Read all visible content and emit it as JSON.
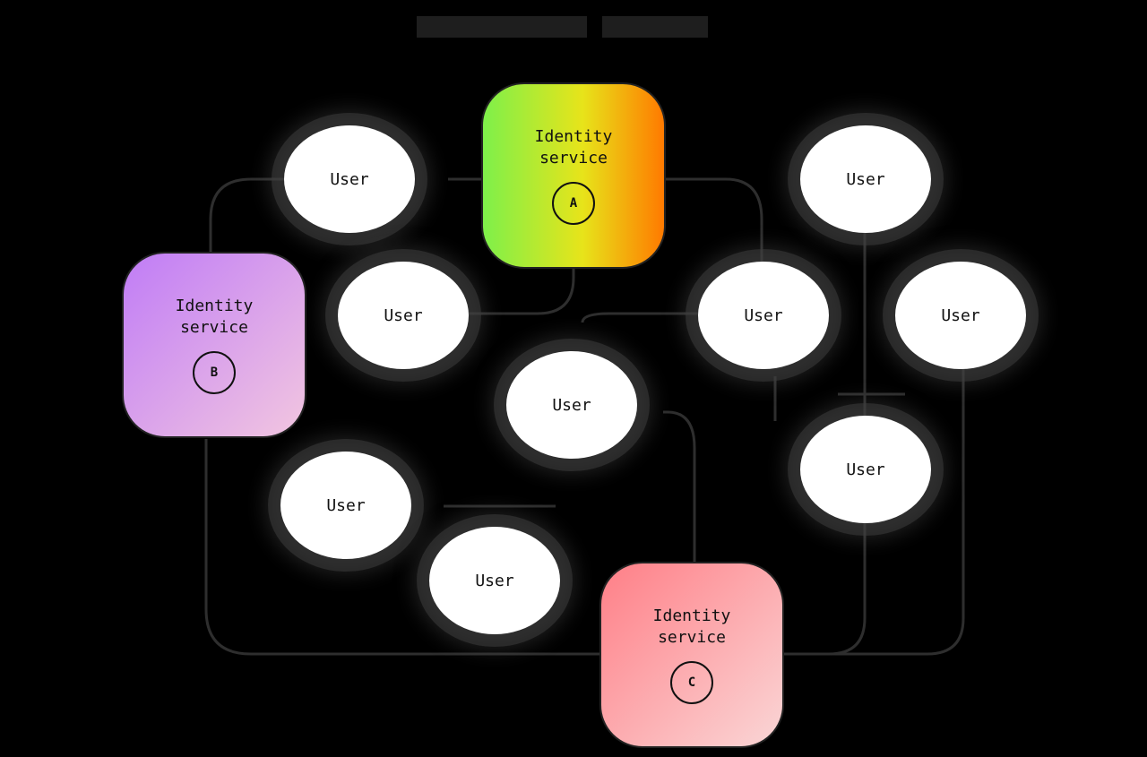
{
  "services": [
    {
      "label": "Identity service",
      "badge": "A",
      "colors": [
        "#7ef04a",
        "#e7e41a",
        "#ff7a00"
      ]
    },
    {
      "label": "Identity service",
      "badge": "B",
      "colors": [
        "#c07cf6",
        "#f2c6e0"
      ]
    },
    {
      "label": "Identity service",
      "badge": "C",
      "colors": [
        "#ff7f87",
        "#fad6d6"
      ]
    }
  ],
  "users": [
    "User",
    "User",
    "User",
    "User",
    "User",
    "User",
    "User",
    "User",
    "User"
  ],
  "line_color": "#2e2e2e"
}
